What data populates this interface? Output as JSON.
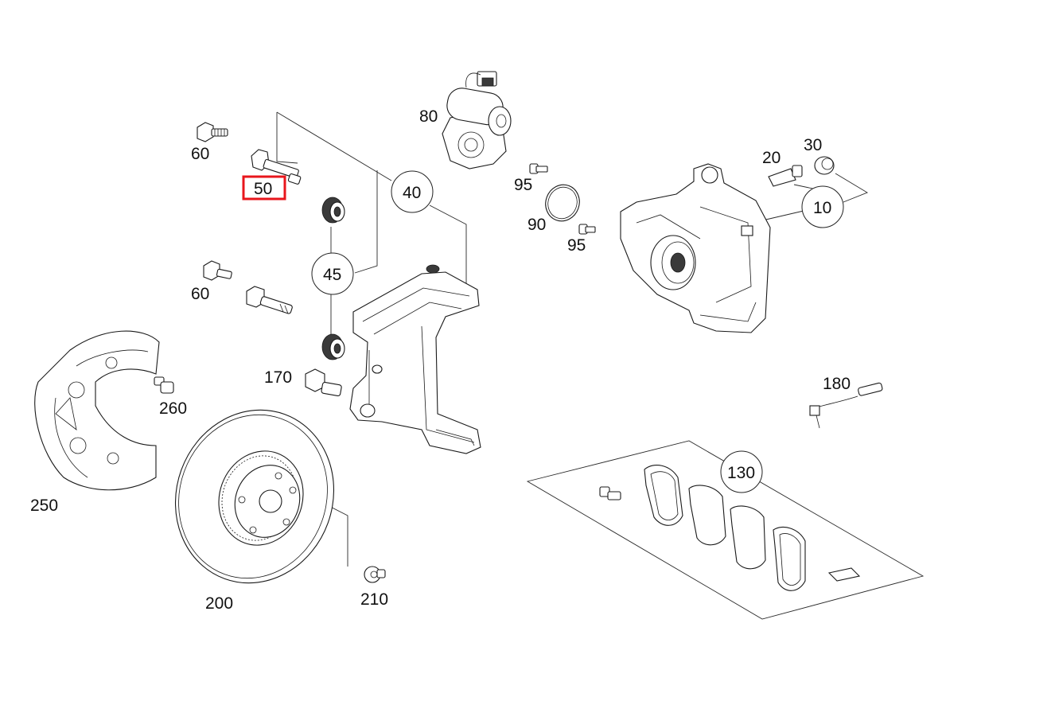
{
  "colors": {
    "highlight": "#e8161c",
    "line": "#1a1a1a",
    "background": "#ffffff"
  },
  "highlighted_label": "50",
  "labels": {
    "p10": "10",
    "p20": "20",
    "p30": "30",
    "p40": "40",
    "p45": "45",
    "p50": "50",
    "p60a": "60",
    "p60b": "60",
    "p80": "80",
    "p90": "90",
    "p95a": "95",
    "p95b": "95",
    "p130": "130",
    "p170": "170",
    "p180": "180",
    "p200": "200",
    "p210": "210",
    "p250": "250",
    "p260": "260"
  }
}
